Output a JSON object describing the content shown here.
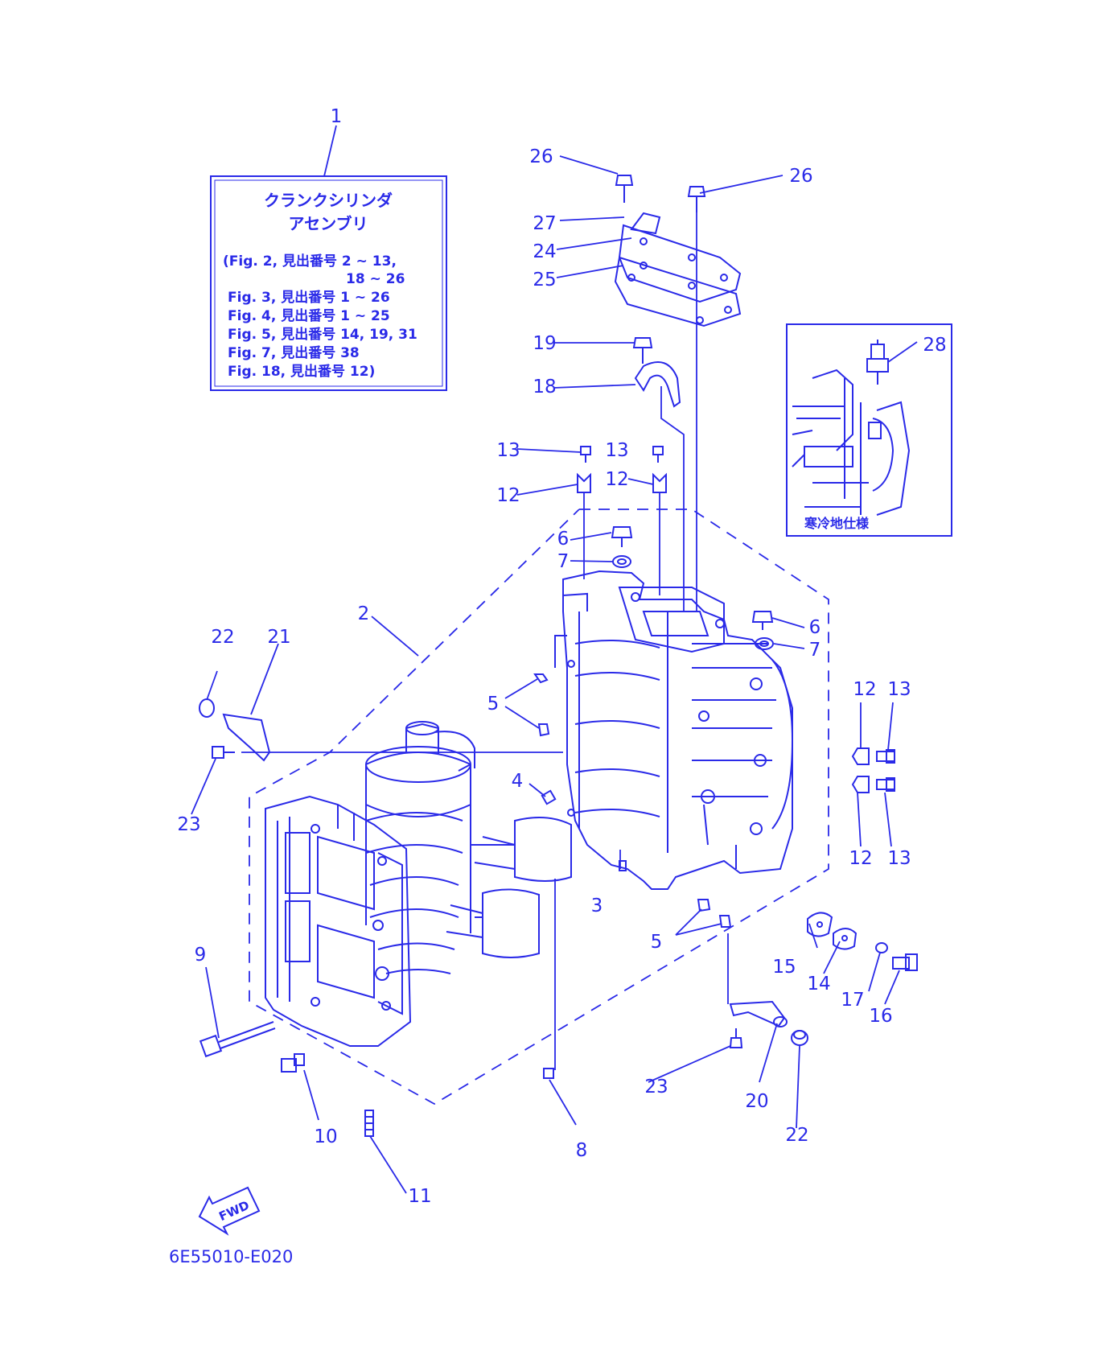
{
  "assembly_box": {
    "title_line1": "クランクシリンダ",
    "title_line2": "アセンブリ",
    "refs": [
      "(Fig. 2, 見出番号 2 ~ 13,",
      "18 ~ 26",
      "Fig. 3, 見出番号 1 ~ 26",
      "Fig. 4, 見出番号 1 ~ 25",
      "Fig. 5, 見出番号 14, 19, 31",
      "Fig. 7, 見出番号 38",
      "Fig. 18, 見出番号 12)"
    ]
  },
  "inset": {
    "caption": "寒冷地仕様"
  },
  "fwd_label": "FWD",
  "drawing_code": "6E55010-E020",
  "callouts": {
    "c1": "1",
    "c2": "2",
    "c3": "3",
    "c4": "4",
    "c5a": "5",
    "c5b": "5",
    "c6a": "6",
    "c6b": "6",
    "c7a": "7",
    "c7b": "7",
    "c8": "8",
    "c9": "9",
    "c10": "10",
    "c11": "11",
    "c12a": "12",
    "c12b": "12",
    "c12c": "12",
    "c12d": "12",
    "c13a": "13",
    "c13b": "13",
    "c13c": "13",
    "c13d": "13",
    "c14": "14",
    "c15": "15",
    "c16": "16",
    "c17": "17",
    "c18": "18",
    "c19": "19",
    "c20": "20",
    "c21": "21",
    "c22a": "22",
    "c22b": "22",
    "c23a": "23",
    "c23b": "23",
    "c24": "24",
    "c25": "25",
    "c26a": "26",
    "c26b": "26",
    "c27": "27",
    "c28": "28"
  },
  "colors": {
    "line": "#2a2ae8",
    "background": "#ffffff"
  }
}
